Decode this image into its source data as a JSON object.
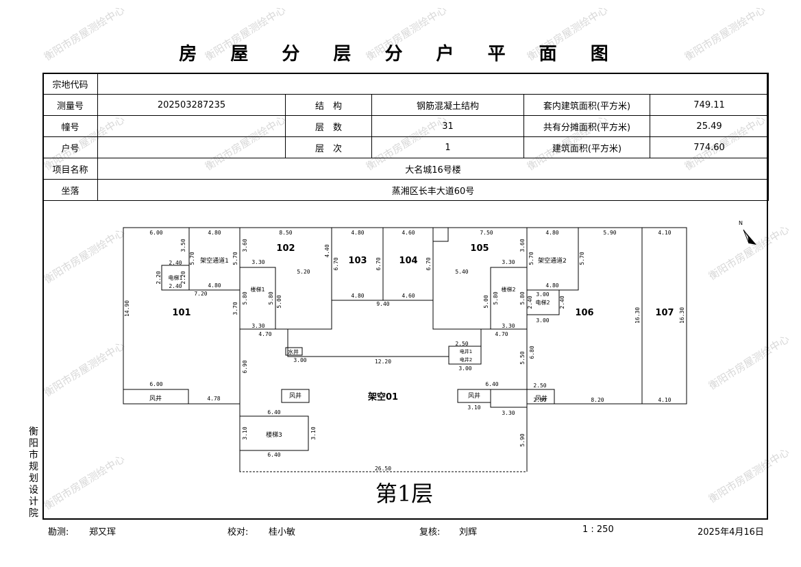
{
  "title": "房 屋 分 层 分 户 平 面 图",
  "info": {
    "zongdi_label": "宗地代码",
    "zongdi_value": "",
    "survey_no_label": "测量号",
    "survey_no_value": "202503287235",
    "structure_label": "结　构",
    "structure_value": "钢筋混凝土结构",
    "inner_area_label": "套内建筑面积(平方米)",
    "inner_area_value": "749.11",
    "building_no_label": "幢号",
    "building_no_value": "",
    "floors_label": "层　数",
    "floors_value": "31",
    "shared_area_label": "共有分摊面积(平方米)",
    "shared_area_value": "25.49",
    "unit_no_label": "户号",
    "unit_no_value": "",
    "floor_level_label": "层　次",
    "floor_level_value": "1",
    "build_area_label": "建筑面积(平方米)",
    "build_area_value": "774.60",
    "project_label": "项目名称",
    "project_value": "大名城16号楼",
    "location_label": "坐落",
    "location_value": "蒸湘区长丰大道60号"
  },
  "plan": {
    "floor_label": "第1层",
    "units": [
      "101",
      "102",
      "103",
      "104",
      "105",
      "106",
      "107"
    ],
    "open_area": "架空01",
    "rooms": [
      "架空通道1",
      "架空通道2",
      "楼梯3",
      "风井",
      "水井",
      "电梯1",
      "电梯2",
      "电井1",
      "电井2",
      "楼梯1",
      "楼梯2"
    ],
    "dims": [
      "6.00",
      "4.80",
      "8.50",
      "4.80",
      "4.60",
      "7.50",
      "4.80",
      "5.90",
      "4.10",
      "3.50",
      "3.60",
      "4.40",
      "3.60",
      "3.30",
      "5.20",
      "5.40",
      "3.30",
      "2.40",
      "2.20",
      "2.40",
      "7.20",
      "4.80",
      "9.40",
      "4.60",
      "4.80",
      "3.00",
      "2.40",
      "3.00",
      "14.90",
      "3.70",
      "5.80",
      "5.80",
      "5.00",
      "5.00",
      "5.80",
      "16.30",
      "16.30",
      "3.30",
      "3.30",
      "4.70",
      "4.70",
      "2.50",
      "12.20",
      "3.00",
      "3.00",
      "6.80",
      "5.50",
      "6.90",
      "6.00",
      "4.78",
      "6.40",
      "2.50",
      "2.50",
      "8.20",
      "4.10",
      "3.10",
      "3.30",
      "6.40",
      "3.10",
      "3.10",
      "6.40",
      "5.90",
      "26.50",
      "6.70",
      "6.70",
      "6.70",
      "5.70",
      "5.70",
      "5.70",
      "5.70"
    ]
  },
  "side_text": "衡阳市规划设计院",
  "footer": {
    "survey_label": "勘测:",
    "survey_name": "郑又珲",
    "check_label": "校对:",
    "check_name": "桂小敏",
    "review_label": "复核:",
    "review_name": "刘辉",
    "scale": "1 : 250",
    "date": "2025年4月16日"
  },
  "watermark": "衡阳市房屋测绘中心",
  "north_label": "N"
}
